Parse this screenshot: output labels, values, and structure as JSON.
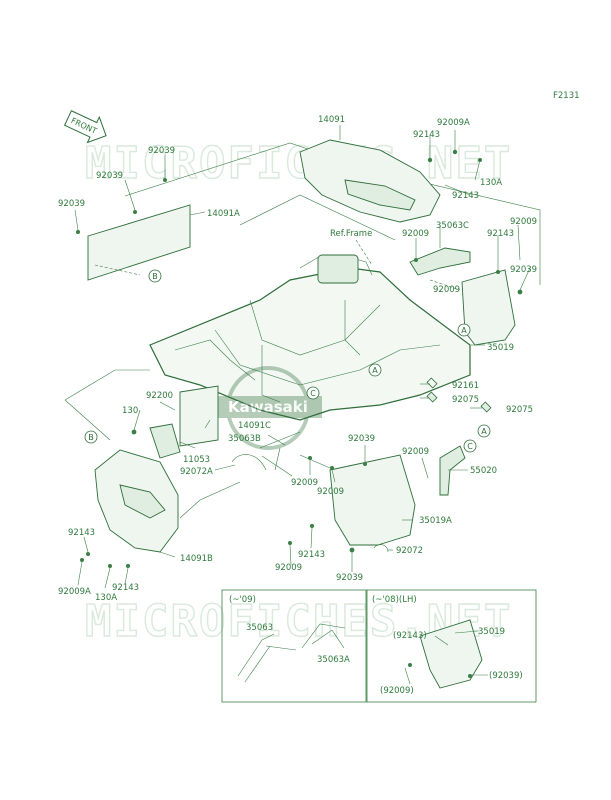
{
  "figure_code": "F2131",
  "front_arrow": "FRONT",
  "ref_frame": "Ref.Frame",
  "watermark": "MICROFICHES.NET",
  "logo_text": "Kawasaki",
  "parts": [
    {
      "id": "p14091",
      "label": "14091"
    },
    {
      "id": "p92143a",
      "label": "92143"
    },
    {
      "id": "p92009Aa",
      "label": "92009A"
    },
    {
      "id": "p92143b",
      "label": "92143"
    },
    {
      "id": "p130Aa",
      "label": "130A"
    },
    {
      "id": "p35063C",
      "label": "35063C"
    },
    {
      "id": "p92009a",
      "label": "92009"
    },
    {
      "id": "p92143c",
      "label": "92143"
    },
    {
      "id": "p92009b",
      "label": "92009"
    },
    {
      "id": "p92039a",
      "label": "92039"
    },
    {
      "id": "p92009c",
      "label": "92009"
    },
    {
      "id": "p35019a",
      "label": "35019"
    },
    {
      "id": "p92039b",
      "label": "92039"
    },
    {
      "id": "p92039c",
      "label": "92039"
    },
    {
      "id": "p92039d",
      "label": "92039"
    },
    {
      "id": "p14091A",
      "label": "14091A"
    },
    {
      "id": "p92161",
      "label": "92161"
    },
    {
      "id": "p92075a",
      "label": "92075"
    },
    {
      "id": "p92075b",
      "label": "92075"
    },
    {
      "id": "p92200",
      "label": "92200"
    },
    {
      "id": "p130",
      "label": "130"
    },
    {
      "id": "p14091C",
      "label": "14091C"
    },
    {
      "id": "p35063B",
      "label": "35063B"
    },
    {
      "id": "p11053",
      "label": "11053"
    },
    {
      "id": "p92072A",
      "label": "92072A"
    },
    {
      "id": "p92039e",
      "label": "92039"
    },
    {
      "id": "p92009d",
      "label": "92009"
    },
    {
      "id": "p55020",
      "label": "55020"
    },
    {
      "id": "p92009e",
      "label": "92009"
    },
    {
      "id": "p92009f",
      "label": "92009"
    },
    {
      "id": "p35019A",
      "label": "35019A"
    },
    {
      "id": "p92143d",
      "label": "92143"
    },
    {
      "id": "p14091B",
      "label": "14091B"
    },
    {
      "id": "p92143e",
      "label": "92143"
    },
    {
      "id": "p92009g",
      "label": "92009"
    },
    {
      "id": "p92143f",
      "label": "92143"
    },
    {
      "id": "p92072",
      "label": "92072"
    },
    {
      "id": "p92009Ab",
      "label": "92009A"
    },
    {
      "id": "p92143g",
      "label": "92143"
    },
    {
      "id": "p92039f",
      "label": "92039"
    },
    {
      "id": "p130Ab",
      "label": "130A"
    }
  ],
  "callouts": {
    "a": "A",
    "b": "B",
    "c": "C"
  },
  "inset_left": {
    "heading": "(~'09)",
    "parts": [
      {
        "label": "35063"
      },
      {
        "label": "35063A"
      }
    ]
  },
  "inset_right": {
    "heading": "(~'08)(LH)",
    "parts": [
      {
        "label": "(92143)"
      },
      {
        "label": "35019"
      },
      {
        "label": "(92039)"
      },
      {
        "label": "(92009)"
      }
    ]
  }
}
